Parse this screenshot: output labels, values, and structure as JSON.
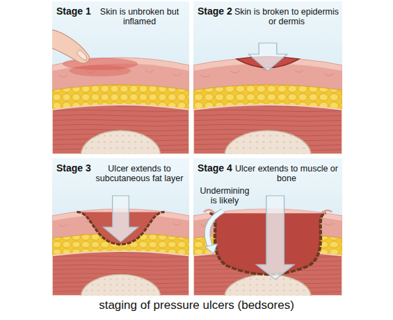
{
  "diagram": {
    "caption": "staging of pressure ulcers (bedsores)",
    "nodes": [
      {
        "text": [
          "Stage 1",
          "Skin is unbroken but inflamed"
        ]
      },
      {
        "text": [
          "Stage 2",
          "Skin is broken to epidermis or dermis"
        ]
      },
      {
        "text": [
          "Stage 3",
          "Ulcer extends to subcutaneous fat layer"
        ]
      },
      {
        "text": [
          "Stage 4",
          "Ulcer extends to muscle or bone",
          "Undermining is likely"
        ]
      }
    ]
  }
}
